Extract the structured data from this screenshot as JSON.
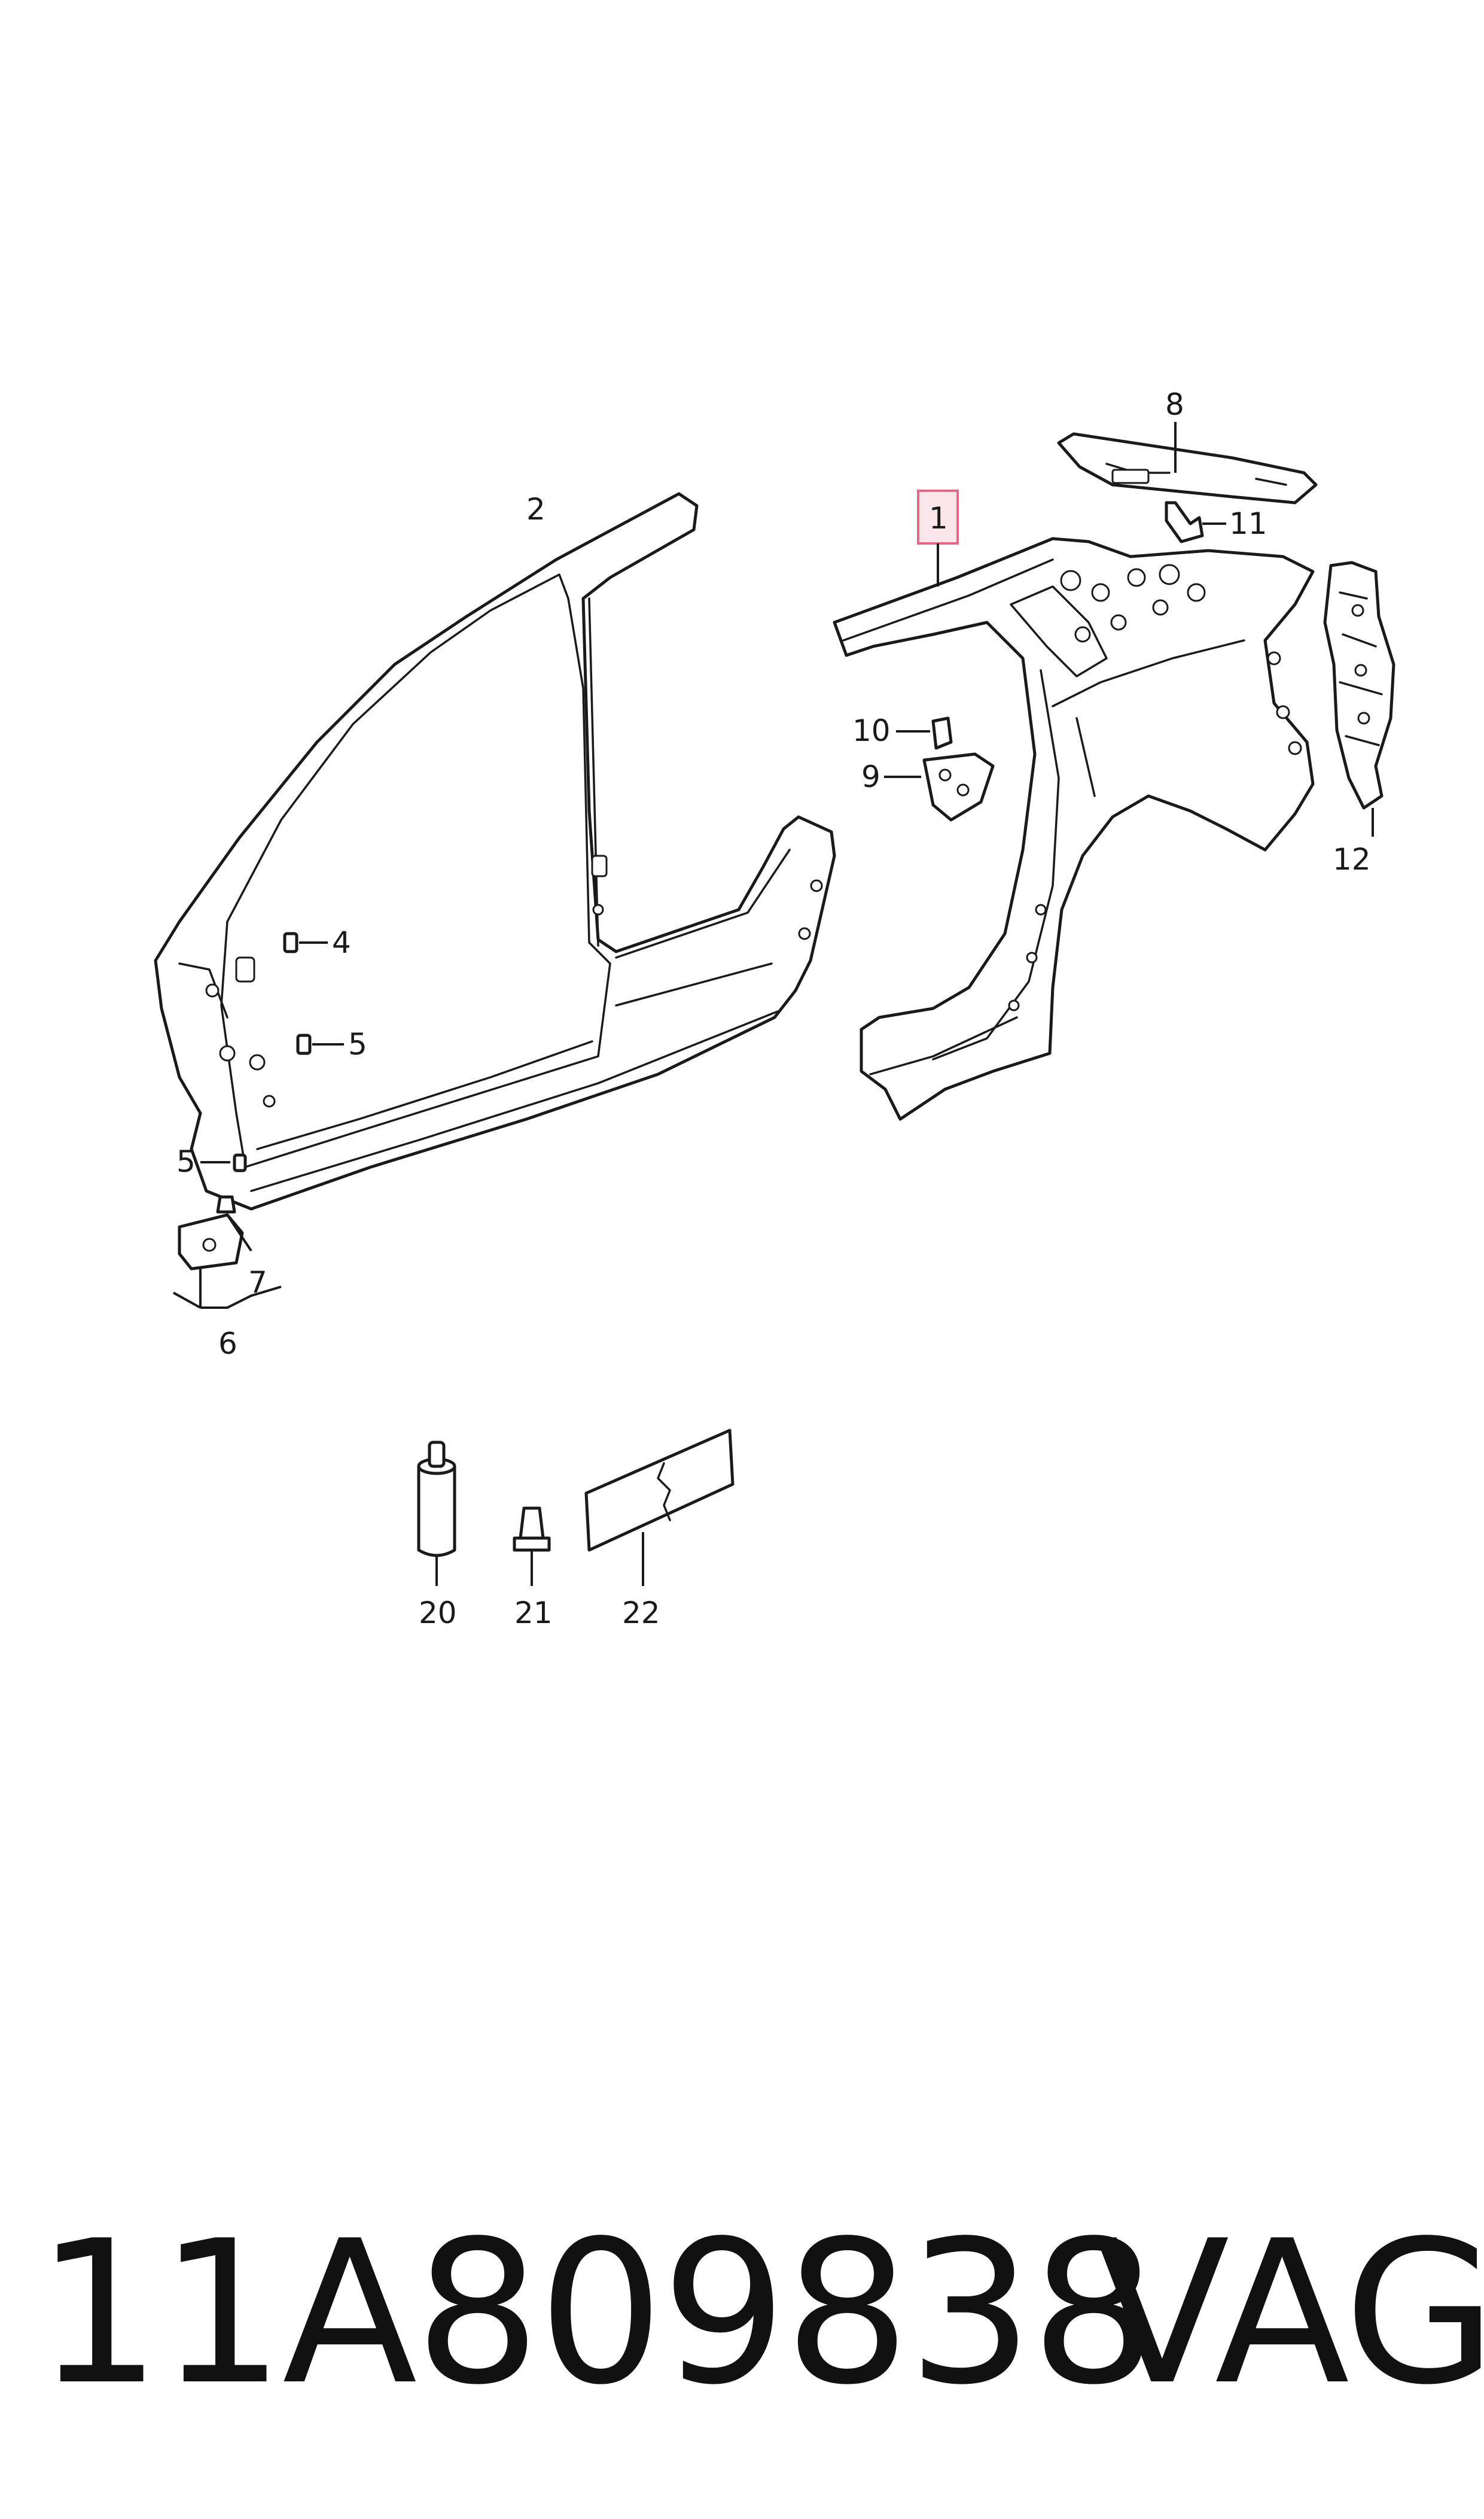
{
  "diagram": {
    "callouts": [
      {
        "id": "1",
        "label": "1",
        "highlighted": true
      },
      {
        "id": "2",
        "label": "2"
      },
      {
        "id": "4",
        "label": "4"
      },
      {
        "id": "5a",
        "label": "5"
      },
      {
        "id": "5b",
        "label": "5"
      },
      {
        "id": "6",
        "label": "6"
      },
      {
        "id": "7",
        "label": "7"
      },
      {
        "id": "8",
        "label": "8"
      },
      {
        "id": "9",
        "label": "9"
      },
      {
        "id": "10",
        "label": "10"
      },
      {
        "id": "11",
        "label": "11"
      },
      {
        "id": "12",
        "label": "12"
      },
      {
        "id": "20",
        "label": "20"
      },
      {
        "id": "21",
        "label": "21"
      },
      {
        "id": "22",
        "label": "22"
      }
    ],
    "highlight_color": "#e06a85"
  },
  "footer": {
    "part_number": "11A809838",
    "brand": "VAG"
  }
}
